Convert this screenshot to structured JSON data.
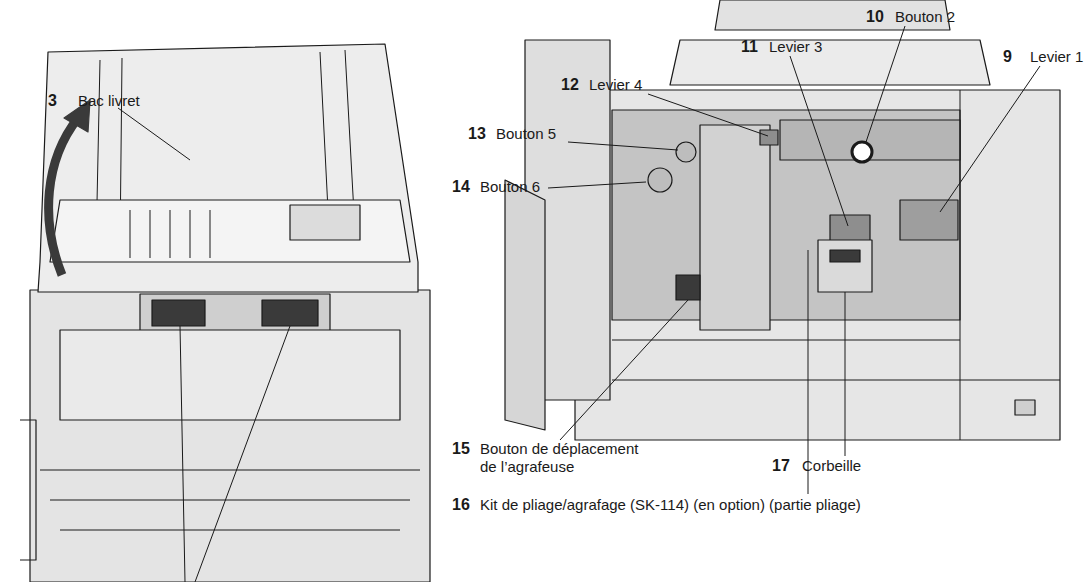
{
  "diagram": {
    "labels": [
      "3",
      "Bac livret",
      "9",
      "Levier 1",
      "10",
      "Bouton 2",
      "11",
      "Levier 3",
      "12",
      "Levier 4",
      "13",
      "Bouton 5",
      "14",
      "Bouton 6",
      "15",
      "Bouton de déplacement de l’agrafeuse",
      "16",
      "Kit de pliage/agrafage (SK-114) (en option) (partie pliage)",
      "17",
      "Corbeille"
    ]
  }
}
